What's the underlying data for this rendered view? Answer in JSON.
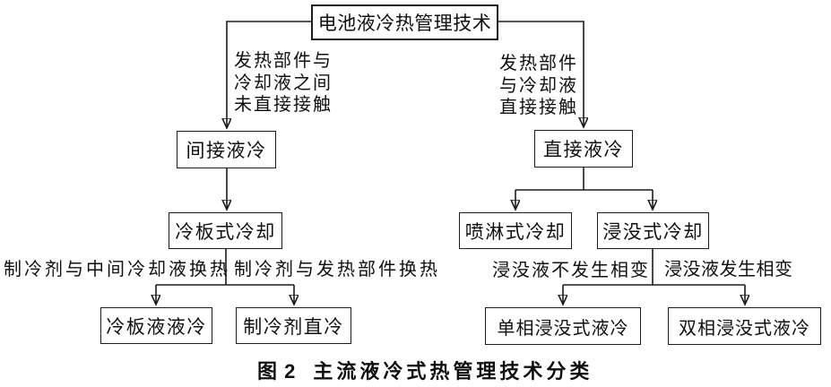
{
  "figure_caption": {
    "prefix": "图 2",
    "title": "主流液冷式热管理技术分类"
  },
  "nodes": {
    "root": {
      "label": "电池液冷热管理技术"
    },
    "indirect": {
      "label": "间接液冷"
    },
    "direct": {
      "label": "直接液冷"
    },
    "cold_plate": {
      "label": "冷板式冷却"
    },
    "spray": {
      "label": "喷淋式冷却"
    },
    "immersion": {
      "label": "浸没式冷却"
    },
    "cold_plate_liquid": {
      "label": "冷板液液冷"
    },
    "refrigerant_direct": {
      "label": "制冷剂直冷"
    },
    "single_phase": {
      "label": "单相浸没式液冷"
    },
    "two_phase": {
      "label": "双相浸没式液冷"
    }
  },
  "edge_labels": {
    "to_indirect": "发热部件与\n冷却液之间\n未直接接触",
    "to_direct": "发热部件\n与冷却液\n直接接触",
    "to_cold_plate_liquid": "制冷剂与中间冷却液换热",
    "to_refrigerant_direct": "制冷剂与发热部件换热",
    "to_single_phase": "浸没液不发生相变",
    "to_two_phase": "浸没液发生相变"
  },
  "colors": {
    "line": "#1b1b1b",
    "text": "#101010",
    "box_background": "#ffffff",
    "page_background": "#ffffff"
  }
}
